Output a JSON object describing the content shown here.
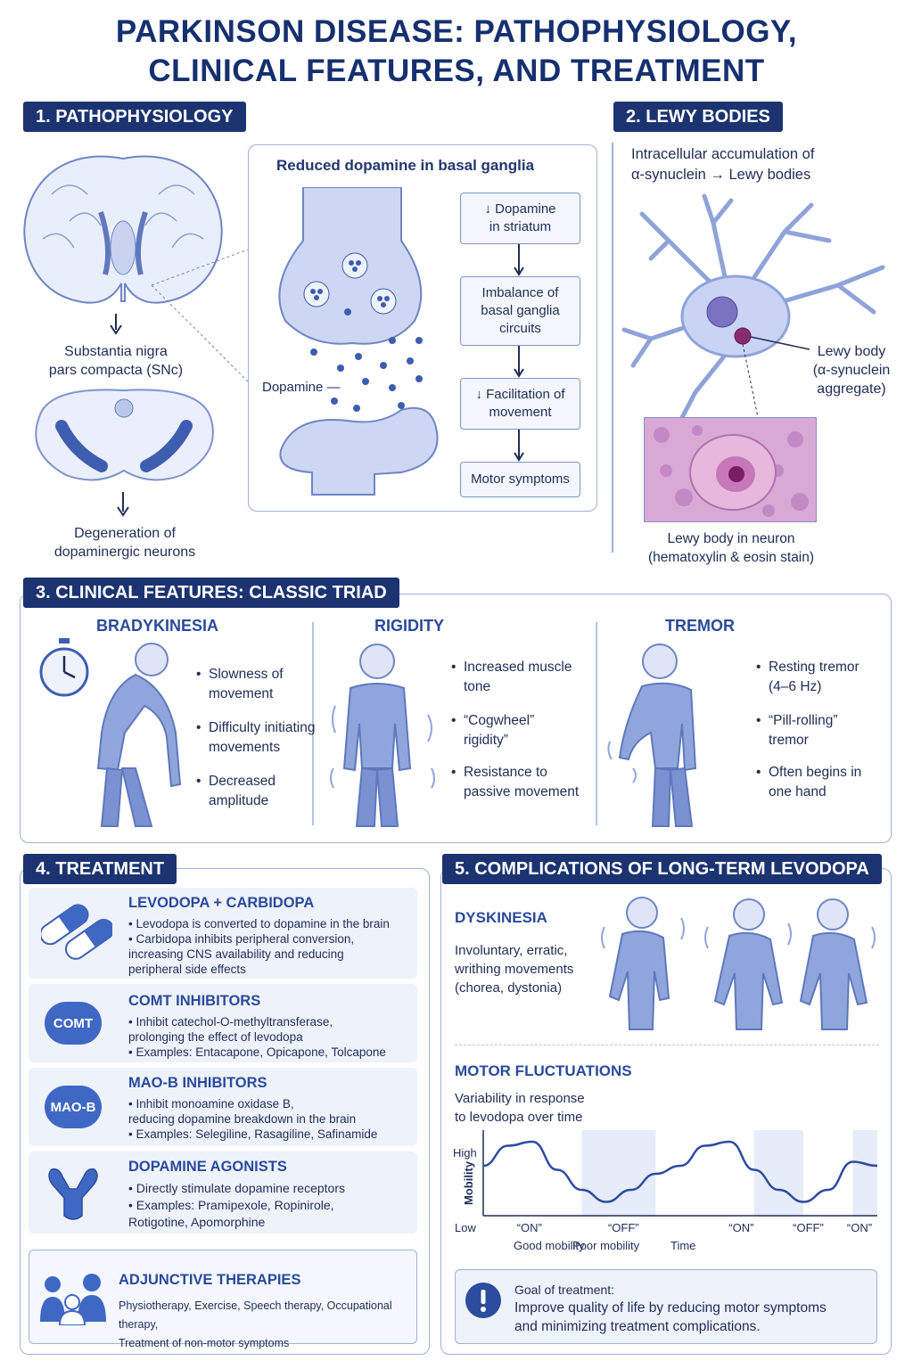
{
  "title": {
    "line1": "PARKINSON DISEASE: PATHOPHYSIOLOGY,",
    "line2": "CLINICAL FEATURES, AND TREATMENT"
  },
  "patho": {
    "tag": "1. PATHOPHYSIOLOGY",
    "snc_line1": "Substantia nigra",
    "snc_line2": "pars compacta (SNc)",
    "degen_line1": "Degeneration of",
    "degen_line2": "dopaminergic neurons",
    "synapse_title": "Reduced dopamine in basal ganglia",
    "dopamine_label": "Dopamine —",
    "flow": [
      [
        "↓ Dopamine",
        "in striatum"
      ],
      [
        "Imbalance of",
        "basal ganglia",
        "circuits"
      ],
      [
        "↓ Facilitation of",
        "movement"
      ],
      [
        "Motor symptoms"
      ]
    ]
  },
  "lewy": {
    "tag": "2. LEWY BODIES",
    "desc_line1": "Intracellular accumulation of",
    "desc_line2": "α-synuclein → Lewy bodies",
    "label_line1": "Lewy body",
    "label_line2": "(α-synuclein",
    "label_line3": "aggregate)",
    "caption_line1": "Lewy body in neuron",
    "caption_line2": "(hematoxylin & eosin stain)"
  },
  "clinical": {
    "tag": "3. CLINICAL FEATURES: CLASSIC TRIAD",
    "columns": [
      {
        "name": "BRADYKINESIA",
        "bullets": [
          [
            "Slowness of",
            "movement"
          ],
          [
            "Difficulty initiating",
            "movements"
          ],
          [
            "Decreased",
            "amplitude"
          ]
        ]
      },
      {
        "name": "RIGIDITY",
        "bullets": [
          [
            "Increased muscle",
            "tone"
          ],
          [
            "“Cogwheel”",
            "rigidity”"
          ],
          [
            "Resistance to",
            "passive movement"
          ]
        ]
      },
      {
        "name": "TREMOR",
        "bullets": [
          [
            "Resting tremor",
            "(4–6 Hz)"
          ],
          [
            "“Pill-rolling”",
            "tremor"
          ],
          [
            "Often begins in",
            "one hand"
          ]
        ]
      }
    ]
  },
  "treatment": {
    "tag": "4. TREATMENT",
    "cards": [
      {
        "name": "LEVODOPA + CARBIDOPA",
        "icon": "capsule-icon",
        "lines": [
          "• Levodopa is converted to dopamine in the brain",
          "• Carbidopa inhibits peripheral conversion,",
          "   increasing CNS availability and reducing",
          "   peripheral side effects"
        ]
      },
      {
        "name": "COMT INHIBITORS",
        "icon_label": "COMT",
        "lines": [
          "• Inhibit catechol-O-methyltransferase,",
          "   prolonging the effect of levodopa",
          "• Examples: Entacapone, Opicapone, Tolcapone"
        ]
      },
      {
        "name": "MAO-B INHIBITORS",
        "icon_label": "MAO-B",
        "lines": [
          "• Inhibit monoamine oxidase  B,",
          "   reducing dopamine breakdown in the brain",
          "• Examples: Selegiline, Rasagiline, Safinamide"
        ]
      },
      {
        "name": "DOPAMINE AGONISTS",
        "icon": "receptor-icon",
        "lines": [
          "• Directly stimulate dopamine receptors",
          "• Examples: Pramipexole, Ropinirole,",
          "   Rotigotine, Apomorphine"
        ]
      }
    ],
    "adjunct": {
      "name": "ADJUNCTIVE THERAPIES",
      "line1": "Physiotherapy, Exercise, Speech therapy, Occupational therapy,",
      "line2": "Treatment of non-motor symptoms"
    }
  },
  "complications": {
    "tag": "5. COMPLICATIONS OF LONG-TERM LEVODOPA",
    "dyskinesia": {
      "name": "DYSKINESIA",
      "line1": "Involuntary, erratic,",
      "line2": "writhing movements",
      "line3": "(chorea, dystonia)"
    },
    "fluctuations": {
      "name": "MOTOR FLUCTUATIONS",
      "line1": "Variability in response",
      "line2": "to levodopa over time"
    },
    "goal": {
      "line1": "Goal of treatment:",
      "line2": "Improve quality of life by reducing motor symptoms",
      "line3": "and minimizing treatment complications."
    }
  },
  "chart_data": {
    "type": "line",
    "title": "",
    "xlabel": "Time",
    "ylabel": "Mobility",
    "y_tick_labels": [
      "High",
      "Low"
    ],
    "x": [
      0,
      0.5,
      1,
      1.5,
      2,
      2.5,
      3,
      3.5,
      4,
      4.5,
      5,
      5.5,
      6,
      6.5,
      7,
      7.5,
      8
    ],
    "series": [
      {
        "values": [
          0.6,
          0.85,
          0.9,
          0.55,
          0.3,
          0.15,
          0.3,
          0.5,
          0.6,
          0.85,
          0.9,
          0.55,
          0.3,
          0.15,
          0.3,
          0.65,
          0.6
        ]
      }
    ],
    "state_labels": [
      "“ON”",
      "“OFF”",
      "“ON”",
      "“OFF”",
      "“ON”"
    ],
    "state_captions": [
      "Good mobility",
      "Poor mobility"
    ],
    "shaded_off_periods": [
      [
        2,
        3.5
      ],
      [
        5.5,
        6.5
      ],
      [
        7.5,
        8
      ]
    ],
    "grid": false
  }
}
